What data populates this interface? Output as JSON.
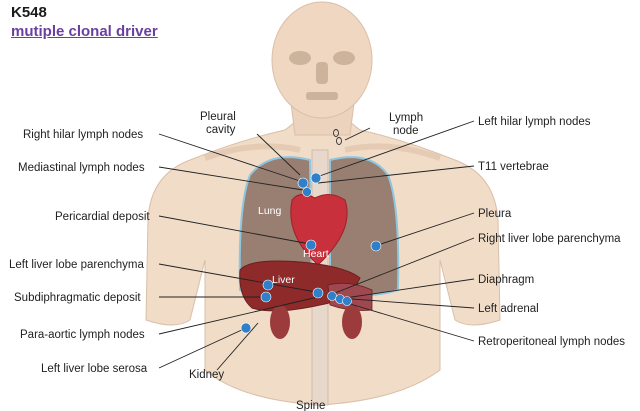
{
  "header": {
    "sample_id": "K548",
    "subtitle": "mutiple clonal driver"
  },
  "organ_labels": {
    "lung": "Lung",
    "heart": "Heart",
    "liver": "Liver"
  },
  "labels": {
    "pleural_cavity_1": "Pleural",
    "pleural_cavity_2": "cavity",
    "lymph_node_1": "Lymph",
    "lymph_node_2": "node",
    "right_hilar": "Right hilar lymph nodes",
    "mediastinal": "Mediastinal lymph nodes",
    "pericardial": "Pericardial deposit",
    "left_liver_parenchyma": "Left liver lobe parenchyma",
    "subphrenic": "Subdiphragmatic deposit",
    "para_aortic": "Para-aortic lymph nodes",
    "left_liver_serosa": "Left liver lobe serosa",
    "kidney": "Kidney",
    "spine": "Spine",
    "left_hilar": "Left hilar lymph nodes",
    "t11": "T11 vertebrae",
    "pleura": "Pleura",
    "right_liver_parenchyma": "Right liver lobe parenchyma",
    "diaphragm": "Diaphragm",
    "left_adrenal": "Left adrenal",
    "retroperitoneal": "Retroperitoneal lymph nodes"
  },
  "colors": {
    "marker": "#2f80c8",
    "subtitle_link": "#6b3fa0",
    "skin": "#f1dcc8",
    "lung": "#8a6f64",
    "heart": "#c8313b",
    "liver": "#8e2a2a",
    "pleura_outline": "#7fc4e6"
  }
}
